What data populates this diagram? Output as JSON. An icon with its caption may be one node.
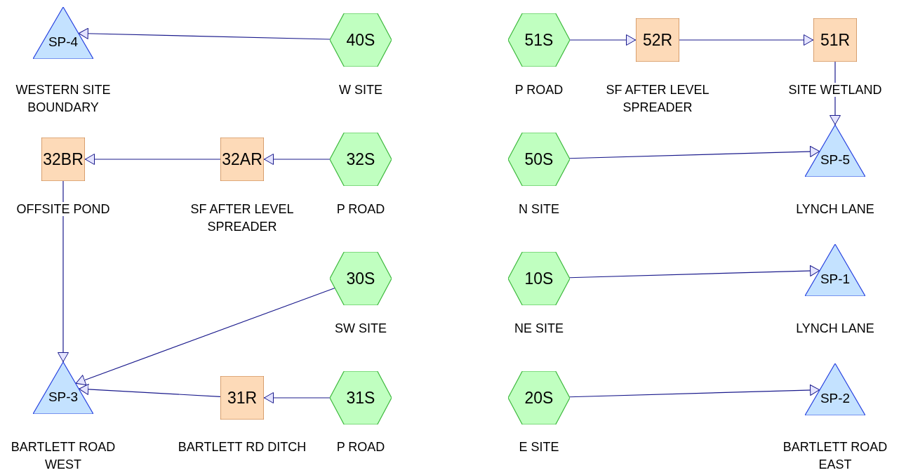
{
  "diagram": {
    "nodes": [
      {
        "text": [
          "SP-4"
        ],
        "beside": [
          "WESTERN SITE BOUNDARY"
        ]
      },
      {
        "text": [
          "40S"
        ],
        "beside": [
          "W SITE"
        ]
      },
      {
        "text": [
          "51S"
        ],
        "beside": [
          "P ROAD"
        ]
      },
      {
        "text": [
          "52R"
        ],
        "beside": [
          "SF AFTER LEVEL SPREADER"
        ]
      },
      {
        "text": [
          "51R"
        ],
        "beside": [
          "SITE WETLAND"
        ]
      },
      {
        "text": [
          "32BR"
        ],
        "beside": [
          "OFFSITE POND"
        ]
      },
      {
        "text": [
          "32AR"
        ],
        "beside": [
          "SF AFTER LEVEL SPREADER"
        ]
      },
      {
        "text": [
          "32S"
        ],
        "beside": [
          "P ROAD"
        ]
      },
      {
        "text": [
          "50S"
        ],
        "beside": [
          "N SITE"
        ]
      },
      {
        "text": [
          "SP-5"
        ],
        "beside": [
          "LYNCH LANE"
        ]
      },
      {
        "text": [
          "30S"
        ],
        "beside": [
          "SW SITE"
        ]
      },
      {
        "text": [
          "10S"
        ],
        "beside": [
          "NE SITE"
        ]
      },
      {
        "text": [
          "SP-1"
        ],
        "beside": [
          "LYNCH LANE"
        ]
      },
      {
        "text": [
          "SP-3"
        ],
        "beside": [
          "BARTLETT ROAD WEST"
        ]
      },
      {
        "text": [
          "31R"
        ],
        "beside": [
          "BARTLETT RD DITCH"
        ]
      },
      {
        "text": [
          "31S"
        ],
        "beside": [
          "P ROAD"
        ]
      },
      {
        "text": [
          "20S"
        ],
        "beside": [
          "E SITE"
        ]
      },
      {
        "text": [
          "SP-2"
        ],
        "beside": [
          "BARTLETT ROAD EAST"
        ]
      }
    ],
    "edges": [
      {
        "from": 1,
        "to": 0,
        "arrow": "to"
      },
      {
        "from": 2,
        "to": 3,
        "arrow": "to"
      },
      {
        "from": 3,
        "to": 4,
        "arrow": "to"
      },
      {
        "from": 4,
        "to": 9,
        "arrow": "to"
      },
      {
        "from": 7,
        "to": 6,
        "arrow": "to"
      },
      {
        "from": 6,
        "to": 5,
        "arrow": "to"
      },
      {
        "from": 5,
        "to": 13,
        "arrow": "to"
      },
      {
        "from": 8,
        "to": 9,
        "arrow": "to"
      },
      {
        "from": 10,
        "to": 13,
        "arrow": "to"
      },
      {
        "from": 11,
        "to": 12,
        "arrow": "to"
      },
      {
        "from": 15,
        "to": 14,
        "arrow": "to"
      },
      {
        "from": 14,
        "to": 13,
        "arrow": "to"
      },
      {
        "from": 16,
        "to": 17,
        "arrow": "to"
      }
    ]
  }
}
